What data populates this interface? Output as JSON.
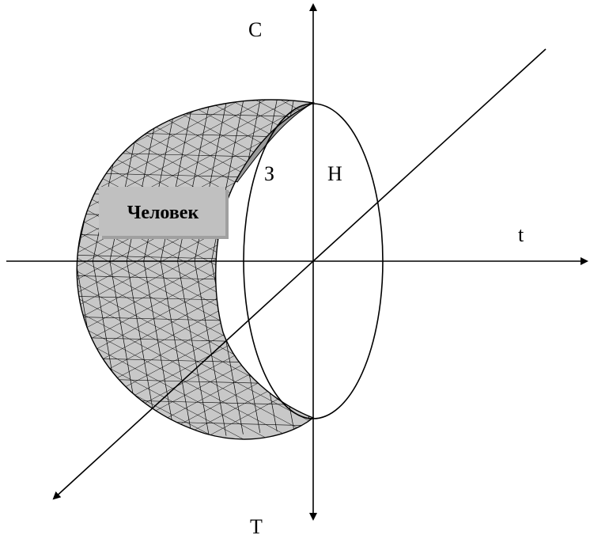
{
  "labels": {
    "top_axis": "С",
    "bottom_axis": "Т",
    "right_axis": "t",
    "left_region": "З",
    "right_region": "Н"
  },
  "badge": {
    "text": "Человек"
  },
  "colors": {
    "axis": "#000000",
    "surface_fill": "#c8c8c8",
    "surface_dark": "#8f8f8f",
    "badge_bg": "#c0c0c0",
    "badge_shadow": "#a0a0a0"
  }
}
